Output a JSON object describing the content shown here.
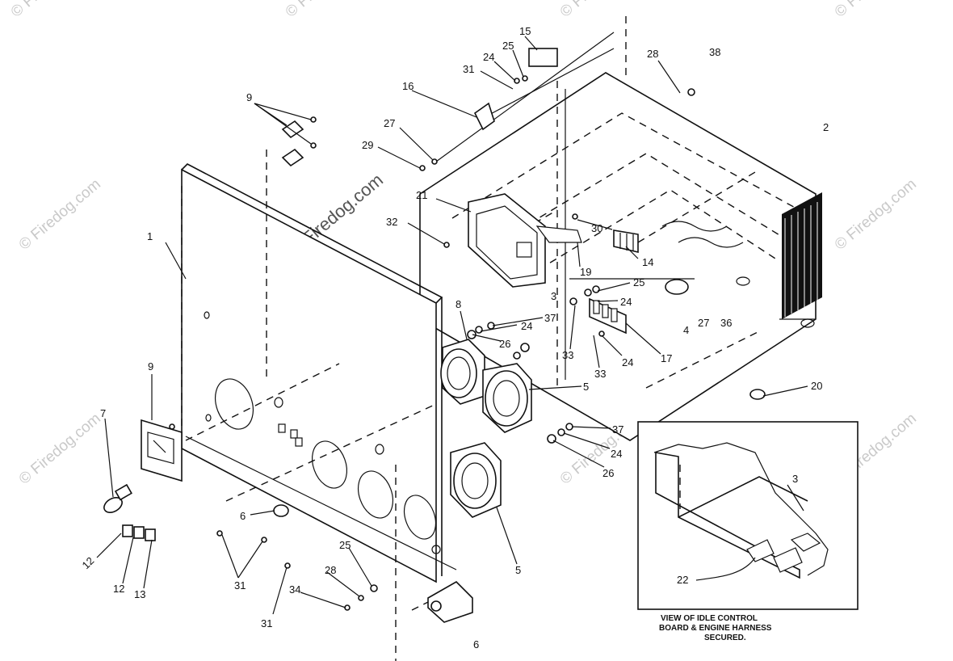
{
  "diagram": {
    "watermark": "© Firedog.com",
    "inset_caption": [
      "VIEW OF IDLE CONTROL",
      "BOARD & ENGINE HARNESS",
      "SECURED."
    ],
    "labels": [
      {
        "id": "l15",
        "text": "15"
      },
      {
        "id": "l25a",
        "text": "25"
      },
      {
        "id": "l24a",
        "text": "24"
      },
      {
        "id": "l31a",
        "text": "31"
      },
      {
        "id": "l28a",
        "text": "28"
      },
      {
        "id": "l38",
        "text": "38"
      },
      {
        "id": "l9a",
        "text": "9"
      },
      {
        "id": "l16",
        "text": "16"
      },
      {
        "id": "l27a",
        "text": "27"
      },
      {
        "id": "l29",
        "text": "29"
      },
      {
        "id": "l2",
        "text": "2"
      },
      {
        "id": "l21",
        "text": "21"
      },
      {
        "id": "l32",
        "text": "32"
      },
      {
        "id": "l30",
        "text": "30"
      },
      {
        "id": "l1",
        "text": "1"
      },
      {
        "id": "l14",
        "text": "14"
      },
      {
        "id": "l19",
        "text": "19"
      },
      {
        "id": "l3a",
        "text": "3"
      },
      {
        "id": "l25b",
        "text": "25"
      },
      {
        "id": "l24b",
        "text": "24"
      },
      {
        "id": "l8",
        "text": "8"
      },
      {
        "id": "l37a",
        "text": "37"
      },
      {
        "id": "l24c",
        "text": "24"
      },
      {
        "id": "l26a",
        "text": "26"
      },
      {
        "id": "l4",
        "text": "4"
      },
      {
        "id": "l27b",
        "text": "27"
      },
      {
        "id": "l36",
        "text": "36"
      },
      {
        "id": "l33a",
        "text": "33"
      },
      {
        "id": "l24d",
        "text": "24"
      },
      {
        "id": "l17",
        "text": "17"
      },
      {
        "id": "l33b",
        "text": "33"
      },
      {
        "id": "l9b",
        "text": "9"
      },
      {
        "id": "l5a",
        "text": "5"
      },
      {
        "id": "l20",
        "text": "20"
      },
      {
        "id": "l7",
        "text": "7"
      },
      {
        "id": "l37b",
        "text": "37"
      },
      {
        "id": "l24e",
        "text": "24"
      },
      {
        "id": "l26b",
        "text": "26"
      },
      {
        "id": "l3b",
        "text": "3"
      },
      {
        "id": "l6a",
        "text": "6"
      },
      {
        "id": "l12a",
        "text": "12"
      },
      {
        "id": "l12b",
        "text": "12"
      },
      {
        "id": "l13",
        "text": "13"
      },
      {
        "id": "l31b",
        "text": "31"
      },
      {
        "id": "l25c",
        "text": "25"
      },
      {
        "id": "l28b",
        "text": "28"
      },
      {
        "id": "l5b",
        "text": "5"
      },
      {
        "id": "l22",
        "text": "22"
      },
      {
        "id": "l34",
        "text": "34"
      },
      {
        "id": "l31c",
        "text": "31"
      },
      {
        "id": "l6b",
        "text": "6"
      }
    ]
  }
}
